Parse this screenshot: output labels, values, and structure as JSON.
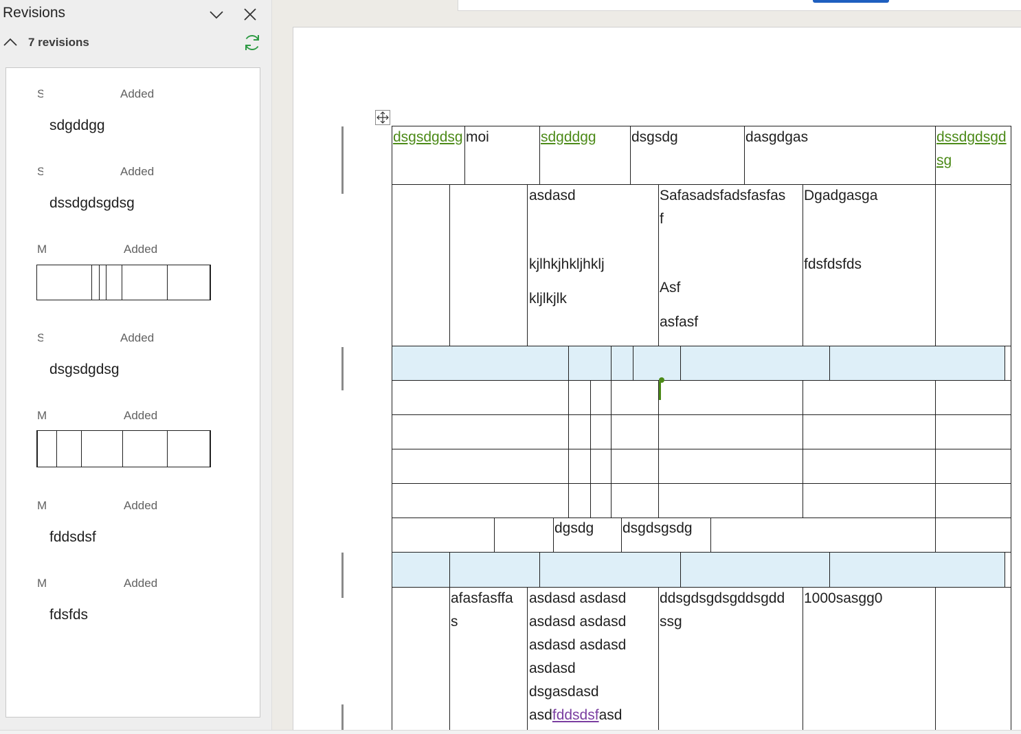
{
  "pane": {
    "title": "Revisions",
    "count_label": "7 revisions",
    "revisions": [
      {
        "author": "S",
        "status": "Added",
        "text": "sdgddgg"
      },
      {
        "author": "S",
        "status": "Added",
        "text": "dssdgdsgdsg"
      },
      {
        "author": "M",
        "status": "Added",
        "text": ""
      },
      {
        "author": "S",
        "status": "Added",
        "text": "dsgsdgdsg"
      },
      {
        "author": "M",
        "status": "Added",
        "text": ""
      },
      {
        "author": "M",
        "status": "Added",
        "text": "fddsdsf"
      },
      {
        "author": "M",
        "status": "Added",
        "text": "fdsfds"
      }
    ]
  },
  "colors": {
    "insertion": "#4c8a18",
    "insertion_alt": "#7a3ea0",
    "row_shading": "#deeff8",
    "refresh_icon": "#2e9a44",
    "primary_button": "#1f5fbf"
  },
  "document": {
    "row1": [
      "dsgsdgdsg",
      "moi",
      "sdgddgg",
      "dsgsdg",
      "dasgdgas",
      "dssdgdsgdsg"
    ],
    "row2": {
      "c3_a": "asdasd",
      "c3_b": "kjlhkjhkljhklj",
      "c3_c": "kljlkjlk",
      "c4_a": "Safasadsfadsfasfas",
      "c4_b": "f",
      "c4_c": "Asf",
      "c4_d": "asfasf",
      "c5_a": "Dgadgasga",
      "c5_b": "fdsfdsfds"
    },
    "row_dgs": {
      "a": "dgsdg",
      "b": "dsgdsgsdg"
    },
    "row_last": {
      "c2": [
        "afasfasffa",
        "s"
      ],
      "c3": [
        "asdasd asdasd",
        "asdasd asdasd",
        "asdasd asdasd",
        "asdasd",
        "dsgasdasd"
      ],
      "c3_last_prefix": "asd",
      "c3_last_insert": "fddsdsf",
      "c3_last_suffix": "asd",
      "c4": [
        "ddsgdsgdsgddsgdd",
        "ssg"
      ],
      "c5": "1000sasgg0"
    }
  }
}
